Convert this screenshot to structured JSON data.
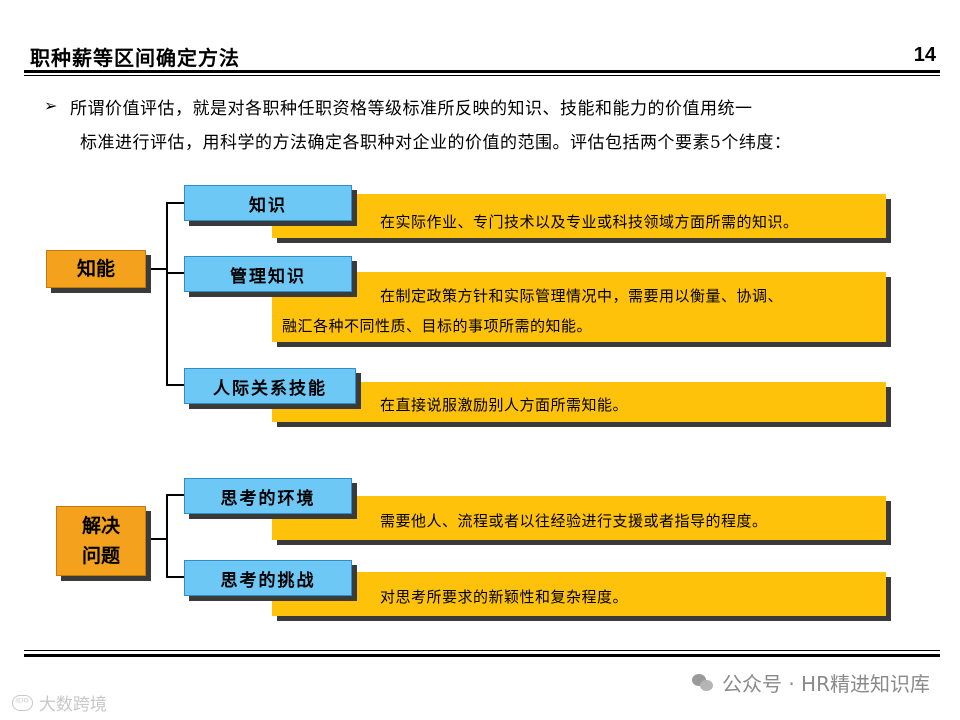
{
  "header": {
    "title": "职种薪等区间确定方法",
    "page_number": "14"
  },
  "intro": {
    "bullet": "➢",
    "line1": "所谓价值评估，就是对各职种任职资格等级标准所反映的知识、技能和能力的价值用统一",
    "line2": "标准进行评估，用科学的方法确定各职种对企业的价值的范围。评估包括两个要素5个纬度："
  },
  "groups": [
    {
      "label": "知能",
      "items": [
        {
          "label": "知识",
          "desc": [
            "在实际作业、专门技术以及专业或科技领域方面所需的知识。"
          ]
        },
        {
          "label": "管理知识",
          "desc": [
            "在制定政策方针和实际管理情况中，需要用以衡量、协调、",
            "融汇各种不同性质、目标的事项所需的知能。"
          ]
        },
        {
          "label": "人际关系技能",
          "desc": [
            "在直接说服激励别人方面所需知能。"
          ]
        }
      ]
    },
    {
      "label_lines": [
        "解决",
        "问题"
      ],
      "items": [
        {
          "label": "思考的环境",
          "desc": [
            "需要他人、流程或者以往经验进行支援或者指导的程度。"
          ]
        },
        {
          "label": "思考的挑战",
          "desc": [
            "对思考所要求的新颖性和复杂程度。"
          ]
        }
      ]
    }
  ],
  "footer": {
    "watermark_left_logo": "ᴵᴰᴼ",
    "watermark_left": "大数跨境",
    "watermark_right": "公众号 · HR精进知识库"
  }
}
